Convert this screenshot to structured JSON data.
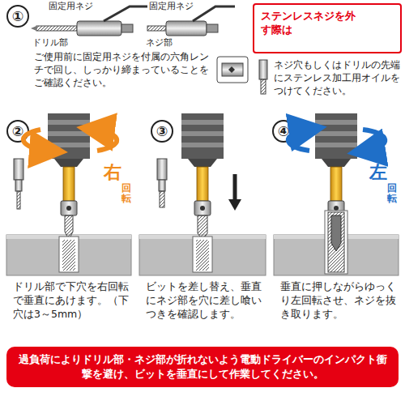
{
  "diagram": {
    "nodes": [
      {
        "text": [
          "ステンレスネジを外す際は",
          "ネジ穴もしくはドリルの先端にステンレス加工用オイルをつけてください。"
        ]
      },
      {
        "text": [
          "過負荷によりドリル部・ネジ部が折れないよう電動ドライバーのインパクト衝撃を避け、ビットを垂直にして作業してください。"
        ]
      }
    ],
    "labels": [
      "①",
      "固定用ネジ",
      "ドリル部",
      "固定用ネジ",
      "ネジ部",
      "ご使用前に固定用ネジを付属の六角レンチで回し、しっかり締まっていることをご確認ください。",
      "②",
      "右",
      "回転",
      "ドリル部で下穴を右回転で垂直にあけます。（下穴は3～5mm）",
      "③",
      "ビットを差し替え、垂直にネジ部を穴に差し喰いつきを確認します。",
      "④",
      "左",
      "回転",
      "垂直に押しながらゆっくり左回転させ、ネジを抜き取ります。"
    ]
  }
}
